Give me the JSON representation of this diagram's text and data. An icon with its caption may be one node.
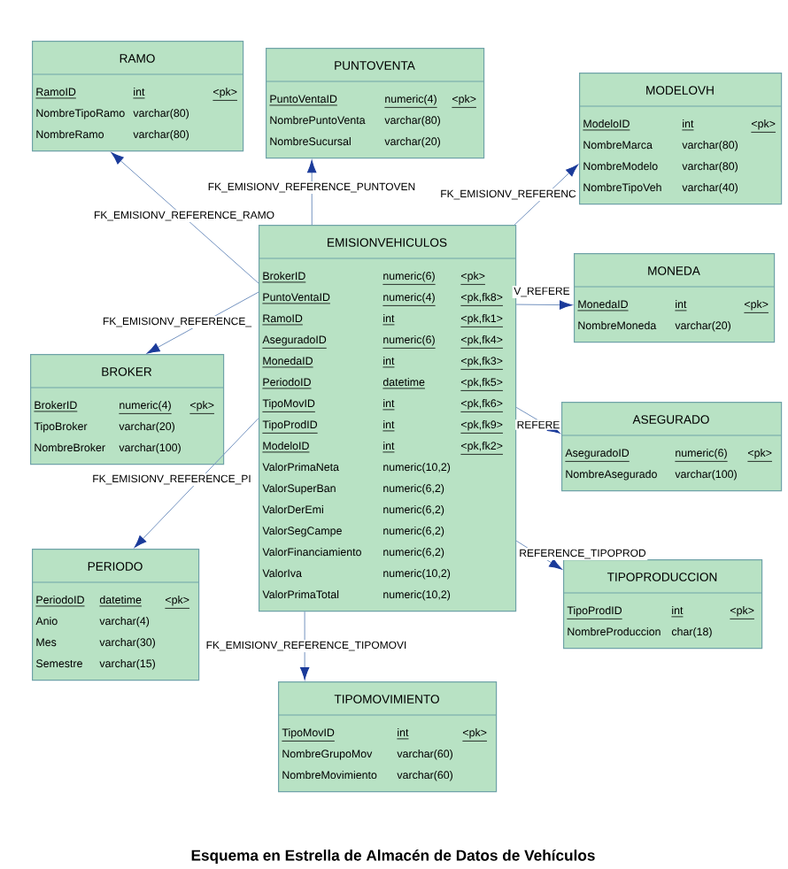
{
  "diagram": {
    "title": "Esquema en Estrella de Almacén de Datos de Vehículos",
    "nodes": [
      {
        "text": [
          "RAMO",
          "RamoID",
          "int",
          "<pk>",
          "NombreTipoRamo",
          "varchar(80)",
          "NombreRamo",
          "varchar(80)"
        ]
      },
      {
        "text": [
          "PUNTOVENTA",
          "PuntoVentaID",
          "numeric(4)",
          "<pk>",
          "NombrePuntoVenta",
          "varchar(80)",
          "NombreSucursal",
          "varchar(20)"
        ]
      },
      {
        "text": [
          "MODELOVH",
          "ModeloID",
          "int",
          "<pk>",
          "NombreMarca",
          "varchar(80)",
          "NombreModelo",
          "varchar(80)",
          "NombreTipoVeh",
          "varchar(40)"
        ]
      },
      {
        "text": [
          "EMISIONVEHICULOS",
          "BrokerID",
          "numeric(6)",
          "<pk>",
          "PuntoVentaID",
          "numeric(4)",
          "<pk,fk8>",
          "RamoID",
          "int",
          "<pk,fk1>",
          "AseguradoID",
          "numeric(6)",
          "<pk,fk4>",
          "MonedaID",
          "int",
          "<pk,fk3>",
          "PeriodoID",
          "datetime",
          "<pk,fk5>",
          "TipoMovID",
          "int",
          "<pk,fk6>",
          "TipoProdID",
          "int",
          "<pk,fk9>",
          "ModeloID",
          "int",
          "<pk,fk2>",
          "ValorPrimaNeta",
          "numeric(10,2)",
          "ValorSuperBan",
          "numeric(6,2)",
          "ValorDerEmi",
          "numeric(6,2)",
          "ValorSegCampe",
          "numeric(6,2)",
          "ValorFinanciamiento",
          "numeric(6,2)",
          "ValorIva",
          "numeric(10,2)",
          "ValorPrimaTotal",
          "numeric(10,2)"
        ]
      },
      {
        "text": [
          "MONEDA",
          "MonedaID",
          "int",
          "<pk>",
          "NombreMoneda",
          "varchar(20)"
        ]
      },
      {
        "text": [
          "BROKER",
          "BrokerID",
          "numeric(4)",
          "<pk>",
          "TipoBroker",
          "varchar(20)",
          "NombreBroker",
          "varchar(100)"
        ]
      },
      {
        "text": [
          "ASEGURADO",
          "AseguradoID",
          "numeric(6)",
          "<pk>",
          "NombreAsegurado",
          "varchar(100)"
        ]
      },
      {
        "text": [
          "PERIODO",
          "PeriodoID",
          "datetime",
          "<pk>",
          "Anio",
          "varchar(4)",
          "Mes",
          "varchar(30)",
          "Semestre",
          "varchar(15)"
        ]
      },
      {
        "text": [
          "TIPOPRODUCCION",
          "TipoProdID",
          "int",
          "<pk>",
          "NombreProduccion",
          "char(18)"
        ]
      },
      {
        "text": [
          "TIPOMOVIMIENTO",
          "TipoMovID",
          "int",
          "<pk>",
          "NombreGrupoMov",
          "varchar(60)",
          "NombreMovimiento",
          "varchar(60)"
        ]
      }
    ],
    "edges": [
      {
        "from": 3,
        "to": 0,
        "arrow": "to",
        "label": "FK_EMISIONV_REFERENCE_RAMO"
      },
      {
        "from": 3,
        "to": 1,
        "arrow": "to",
        "label": "FK_EMISIONV_REFERENCE_PUNTOVEN"
      },
      {
        "from": 3,
        "to": 2,
        "arrow": "to",
        "label": "FK_EMISIONV_REFERENC"
      },
      {
        "from": 3,
        "to": 5,
        "arrow": "to",
        "label": "FK_EMISIONV_REFERENCE_"
      },
      {
        "from": 3,
        "to": 4,
        "arrow": "to",
        "label": "V_REFERE"
      },
      {
        "from": 3,
        "to": 6,
        "arrow": "to",
        "label": "REFERE"
      },
      {
        "from": 3,
        "to": 7,
        "arrow": "to",
        "label": "FK_EMISIONV_REFERENCE_PI"
      },
      {
        "from": 3,
        "to": 8,
        "arrow": "to",
        "label": "REFERENCE_TIPOPROD"
      },
      {
        "from": 3,
        "to": 9,
        "arrow": "to",
        "label": "FK_EMISIONV_REFERENCE_TIPOMOVI"
      }
    ]
  }
}
